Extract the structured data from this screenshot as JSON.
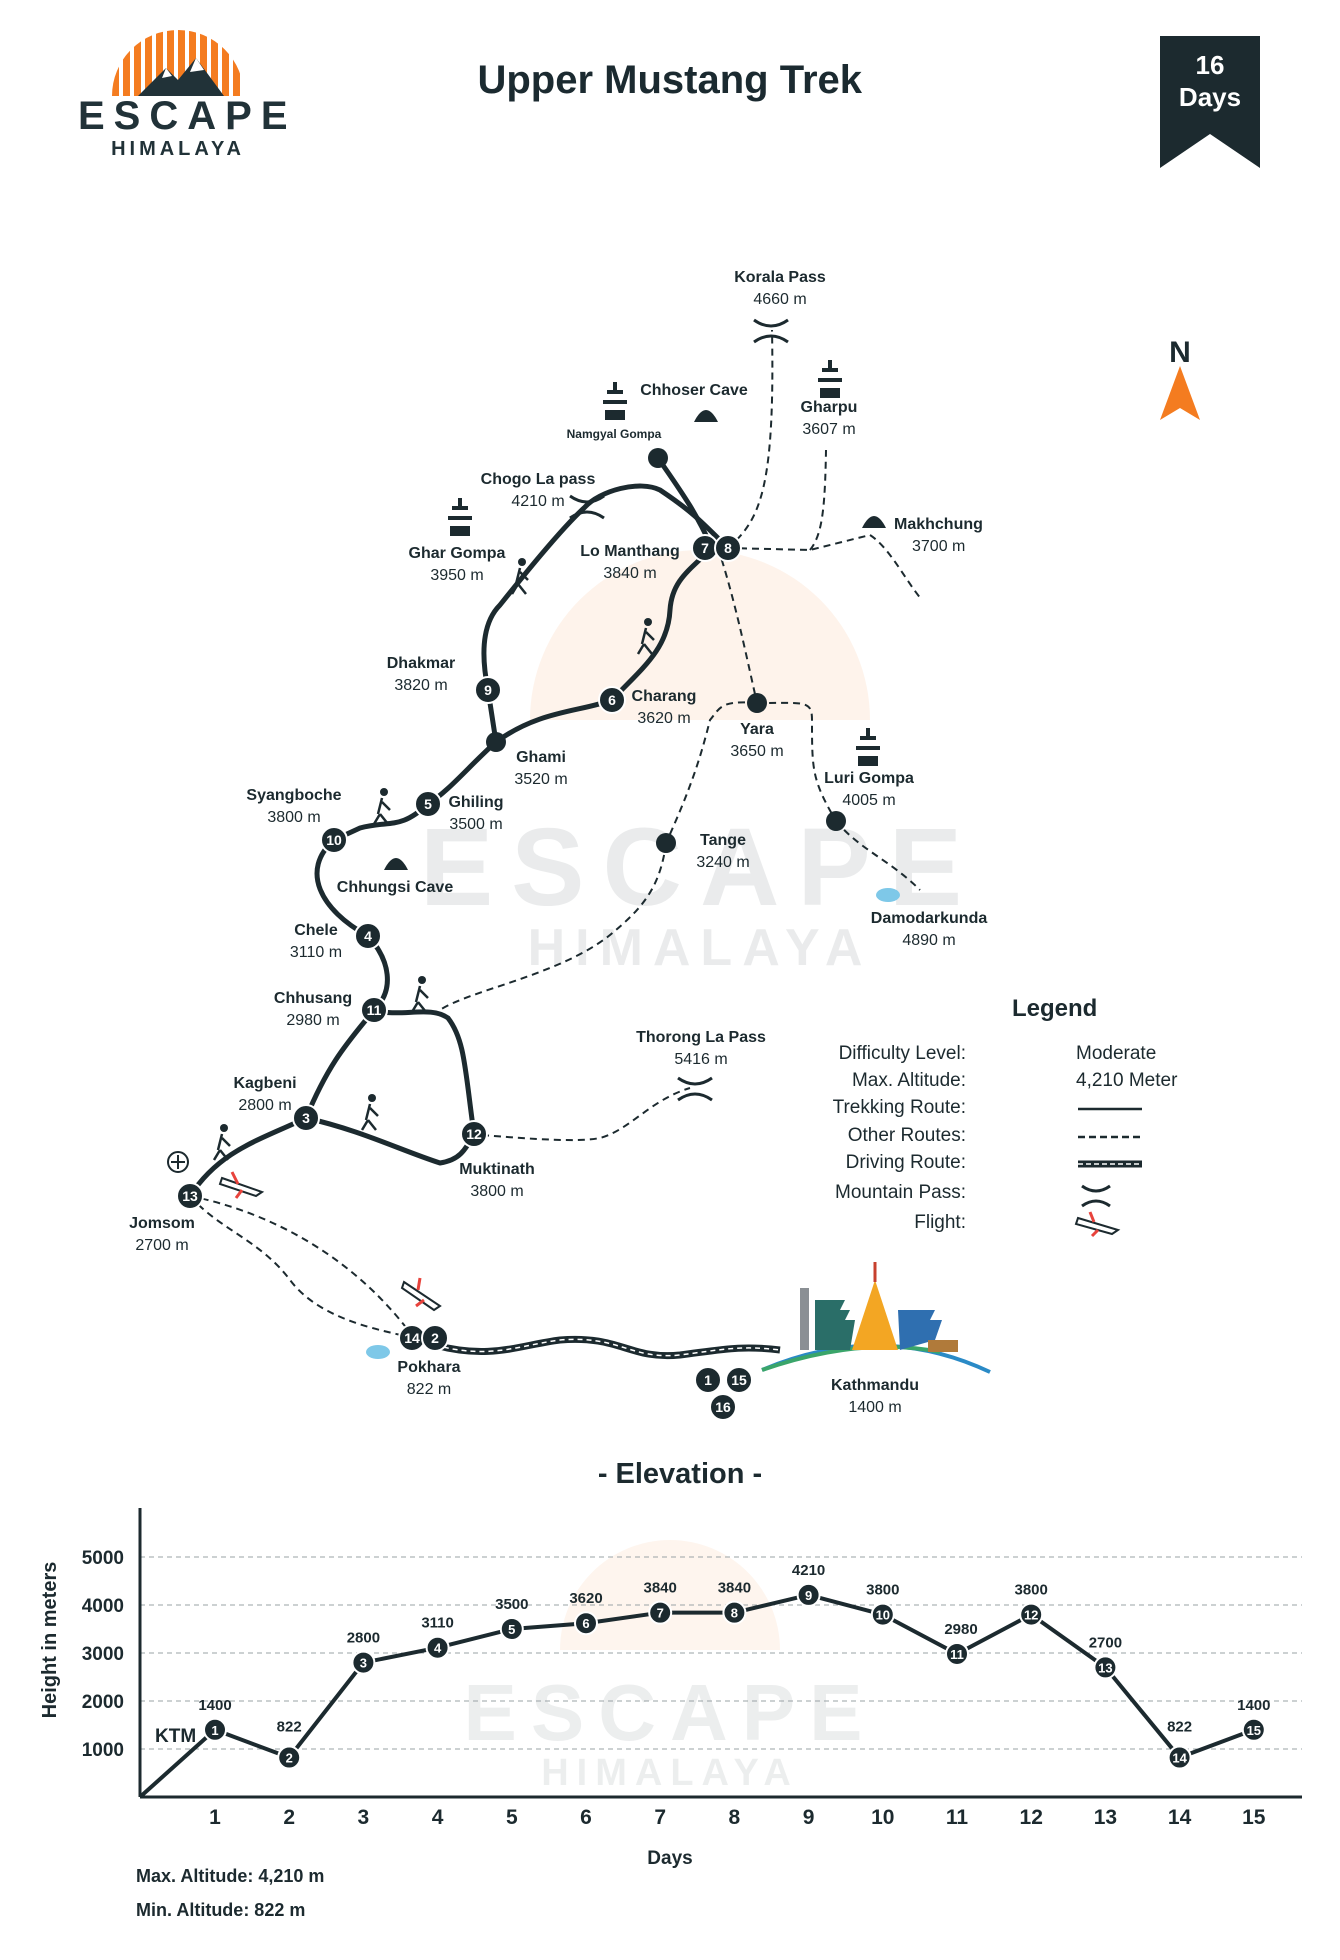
{
  "header": {
    "logo": {
      "word": "ESCAPE",
      "sub": "HIMALAYA"
    },
    "title": "Upper Mustang Trek",
    "ribbon": {
      "number": "16",
      "unit": "Days"
    },
    "north": "N"
  },
  "map": {
    "places": [
      {
        "name": "Korala Pass",
        "alt": "4660 m"
      },
      {
        "name": "Chhoser Cave",
        "alt": ""
      },
      {
        "name": "Namgyal Gompa",
        "alt": ""
      },
      {
        "name": "Gharpu",
        "alt": "3607 m"
      },
      {
        "name": "Chogo La pass",
        "alt": "4210 m"
      },
      {
        "name": "Makhchung",
        "alt": "3700 m"
      },
      {
        "name": "Ghar Gompa",
        "alt": "3950 m"
      },
      {
        "name": "Lo Manthang",
        "alt": "3840 m"
      },
      {
        "name": "Dhakmar",
        "alt": "3820 m"
      },
      {
        "name": "Charang",
        "alt": "3620 m"
      },
      {
        "name": "Yara",
        "alt": "3650 m"
      },
      {
        "name": "Ghami",
        "alt": "3520 m"
      },
      {
        "name": "Luri Gompa",
        "alt": "4005 m"
      },
      {
        "name": "Syangboche",
        "alt": "3800 m"
      },
      {
        "name": "Ghiling",
        "alt": "3500 m"
      },
      {
        "name": "Tange",
        "alt": "3240 m"
      },
      {
        "name": "Chhungsi Cave",
        "alt": ""
      },
      {
        "name": "Damodarkunda",
        "alt": "4890 m"
      },
      {
        "name": "Chele",
        "alt": "3110 m"
      },
      {
        "name": "Chhusang",
        "alt": "2980 m"
      },
      {
        "name": "Thorong La Pass",
        "alt": "5416 m"
      },
      {
        "name": "Kagbeni",
        "alt": "2800 m"
      },
      {
        "name": "Muktinath",
        "alt": "3800 m"
      },
      {
        "name": "Jomsom",
        "alt": "2700 m"
      },
      {
        "name": "Pokhara",
        "alt": "822 m"
      },
      {
        "name": "Kathmandu",
        "alt": "1400 m"
      }
    ],
    "markers": [
      "7",
      "8",
      "9",
      "6",
      "5",
      "10",
      "4",
      "11",
      "3",
      "12",
      "13",
      "14",
      "2",
      "1",
      "15",
      "16"
    ]
  },
  "legend": {
    "title": "Legend",
    "rows": [
      {
        "label": "Difficulty Level:",
        "value": "Moderate"
      },
      {
        "label": "Max. Altitude:",
        "value": "4,210 Meter"
      },
      {
        "label": "Trekking Route:",
        "value": ""
      },
      {
        "label": "Other Routes:",
        "value": ""
      },
      {
        "label": "Driving Route:",
        "value": ""
      },
      {
        "label": "Mountain Pass:",
        "value": ""
      },
      {
        "label": "Flight:",
        "value": ""
      }
    ]
  },
  "colors": {
    "dark": "#1c2a2f",
    "accent": "#f47c20",
    "water": "#7ec8e8"
  },
  "elevation": {
    "title": "- Elevation -",
    "start_label": "KTM",
    "summary_max": "Max. Altitude: 4,210 m",
    "summary_min": "Min. Altitude: 822 m"
  },
  "chart_data": {
    "type": "line",
    "ylabel": "Height in meters",
    "xlabel": "Days",
    "x": [
      1,
      2,
      3,
      4,
      5,
      6,
      7,
      8,
      9,
      10,
      11,
      12,
      13,
      14,
      15
    ],
    "point_labels": [
      "1",
      "2",
      "3",
      "4",
      "5",
      "6",
      "7",
      "8",
      "9",
      "10",
      "11",
      "12",
      "13",
      "14",
      "15"
    ],
    "series": [
      {
        "values": [
          1400,
          822,
          2800,
          3110,
          3500,
          3620,
          3840,
          3840,
          4210,
          3800,
          2980,
          3800,
          2700,
          822,
          1400
        ]
      }
    ],
    "yticks": [
      1000,
      2000,
      3000,
      4000,
      5000
    ],
    "ylim": [
      0,
      5500
    ],
    "grid": true
  }
}
